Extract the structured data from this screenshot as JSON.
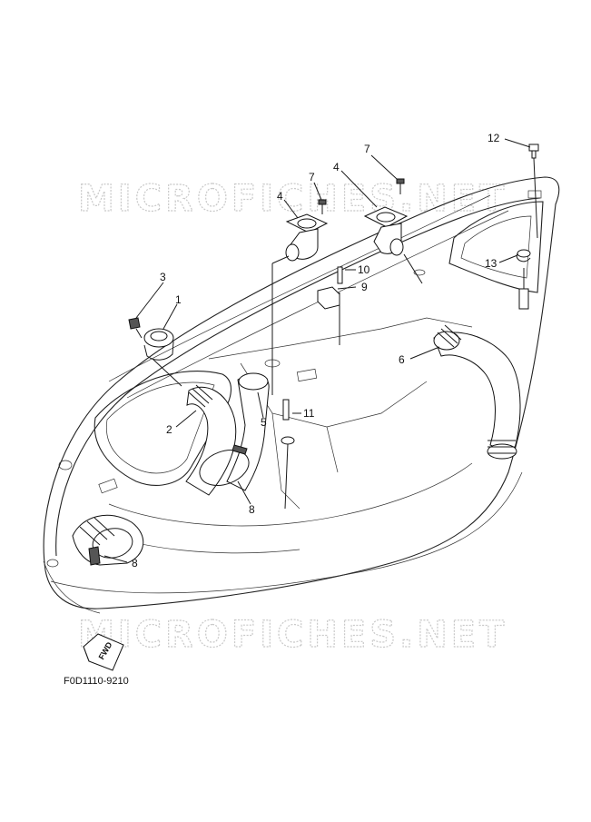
{
  "watermark": {
    "text": "MICROFICHES.NET",
    "color": "#c9c9c9"
  },
  "figure_code": "F0D1110-9210",
  "direction_badge": "FWD",
  "callouts": [
    {
      "id": "c12",
      "label": "12",
      "part": "drain plug"
    },
    {
      "id": "c7a",
      "label": "7",
      "part": "screw"
    },
    {
      "id": "c7b",
      "label": "7",
      "part": "screw"
    },
    {
      "id": "c4a",
      "label": "4",
      "part": "duct flange"
    },
    {
      "id": "c4b",
      "label": "4",
      "part": "duct flange"
    },
    {
      "id": "c13",
      "label": "13",
      "part": "clamp"
    },
    {
      "id": "c10",
      "label": "10",
      "part": "pin"
    },
    {
      "id": "c9",
      "label": "9",
      "part": "holder"
    },
    {
      "id": "c3",
      "label": "3",
      "part": "rivet"
    },
    {
      "id": "c1",
      "label": "1",
      "part": "grommet"
    },
    {
      "id": "c6",
      "label": "6",
      "part": "ventilation hose"
    },
    {
      "id": "c2",
      "label": "2",
      "part": "hose"
    },
    {
      "id": "c5",
      "label": "5",
      "part": "hose"
    },
    {
      "id": "c11",
      "label": "11",
      "part": "fitting"
    },
    {
      "id": "c8a",
      "label": "8",
      "part": "cable tie"
    },
    {
      "id": "c8b",
      "label": "8",
      "part": "cable tie"
    }
  ],
  "colors": {
    "line": "#1a1a1a",
    "background": "#ffffff"
  }
}
